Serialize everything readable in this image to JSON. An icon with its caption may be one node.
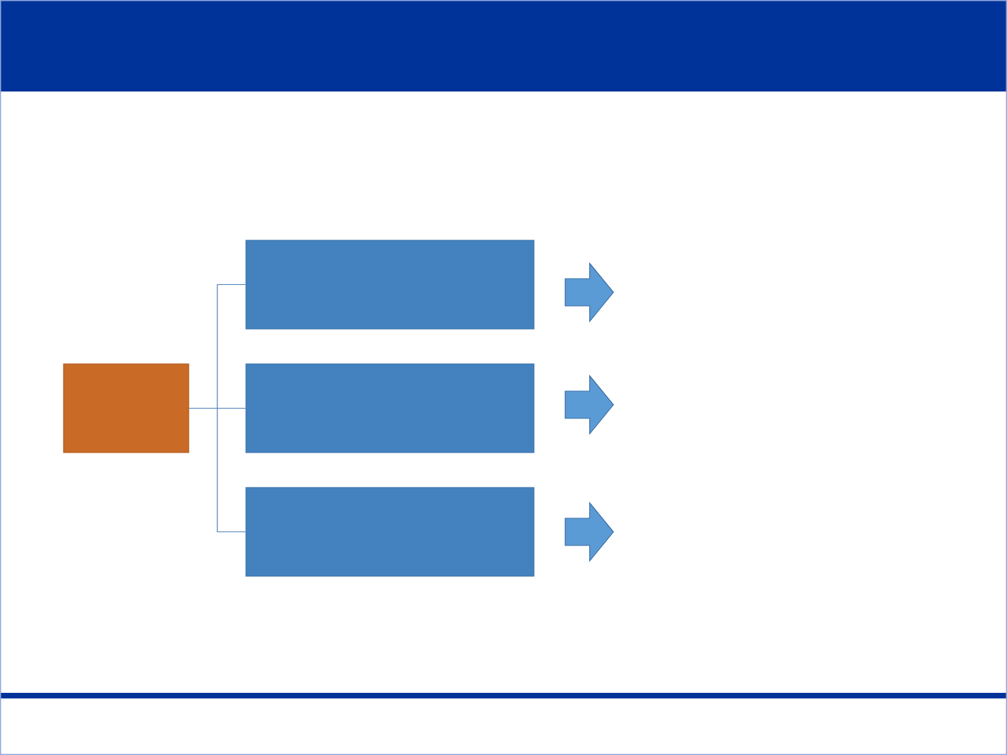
{
  "diagram": {
    "nodes": [
      {
        "text": [],
        "shape": "box"
      },
      {
        "text": [],
        "shape": "box"
      },
      {
        "text": [],
        "shape": "box"
      },
      {
        "text": [],
        "shape": "box"
      },
      {
        "text": [],
        "shape": "arrow"
      },
      {
        "text": [],
        "shape": "arrow"
      },
      {
        "text": [],
        "shape": "arrow"
      }
    ],
    "edges": [
      {
        "from": 0,
        "to": 1,
        "arrow": "none"
      },
      {
        "from": 0,
        "to": 2,
        "arrow": "none"
      },
      {
        "from": 0,
        "to": 3,
        "arrow": "none"
      }
    ]
  }
}
